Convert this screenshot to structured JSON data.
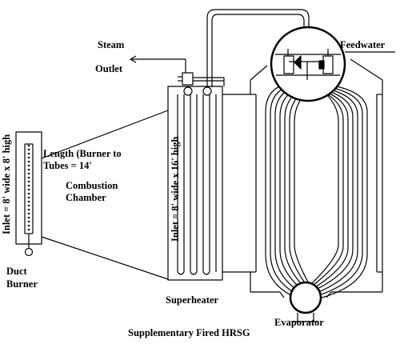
{
  "diagram": {
    "caption": "Supplementary Fired HRSG",
    "labels": {
      "steam": "Steam",
      "outlet": "Outlet",
      "feedwater": "Feedwater",
      "inlet_left": "Inlet = 8' wide x 8' high",
      "inlet_right": "Inlet = 8' wide x 16' high",
      "length_line1": "Length (Burner to",
      "length_line2": "Tubes = 14'",
      "combustion_line1": "Combustion",
      "combustion_line2": "Chamber",
      "duct_line1": "Duct",
      "duct_line2": "Burner",
      "superheater": "Superheater",
      "evaporator": "Evaporator"
    },
    "colors": {
      "line": "#000000",
      "background": "#ffffff"
    }
  }
}
